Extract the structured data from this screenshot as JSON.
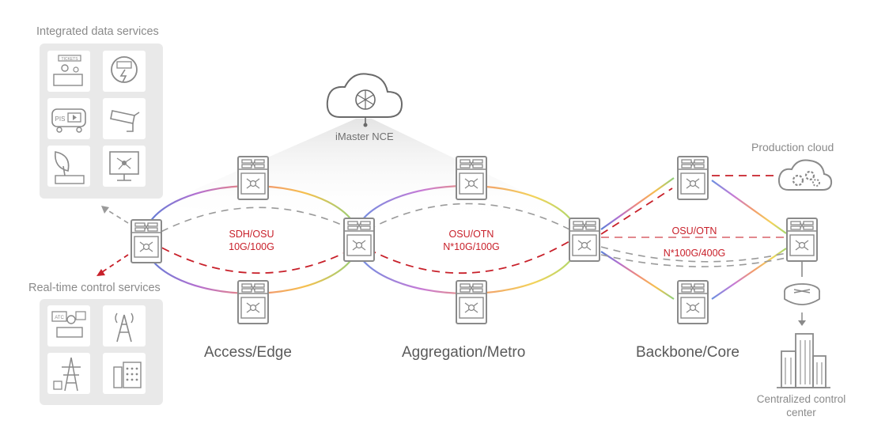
{
  "labels": {
    "integrated_data": "Integrated data services",
    "realtime_control": "Real-time control services",
    "nce": "iMaster NCE",
    "production_cloud": "Production cloud",
    "centralized_line1": "Centralized control",
    "centralized_line2": "center"
  },
  "zones": {
    "access": "Access/Edge",
    "aggregation": "Aggregation/Metro",
    "backbone": "Backbone/Core"
  },
  "links": {
    "access_1": "SDH/OSU",
    "access_2": "10G/100G",
    "aggregation_1": "OSU/OTN",
    "aggregation_2": "N*10G/100G",
    "backbone_1": "OSU/OTN",
    "backbone_2": "N*100G/400G"
  },
  "tiles": {
    "tickets": "TICKETS",
    "pis": "PIS",
    "atc": "ATC"
  },
  "colors": {
    "red_dash": "#c8202a",
    "grey_dash": "#9a9a9a",
    "device": "#8a8a8a",
    "panel_bg": "#e9e9e9",
    "tile_bg": "#ffffff"
  }
}
